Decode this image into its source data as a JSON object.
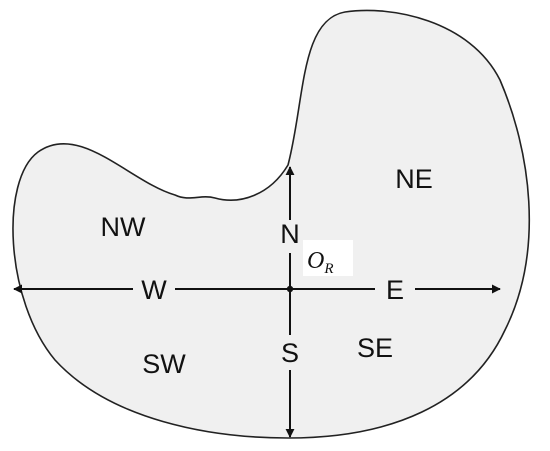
{
  "diagram": {
    "region_labels": {
      "nw": "NW",
      "ne": "NE",
      "sw": "SW",
      "se": "SE"
    },
    "axis_labels": {
      "north": "N",
      "south": "S",
      "west": "W",
      "east": "E"
    },
    "origin_label": {
      "main": "O",
      "subscript": "R"
    },
    "colors": {
      "fill": "#f0f0f0",
      "stroke": "#222222",
      "text": "#111111"
    }
  }
}
